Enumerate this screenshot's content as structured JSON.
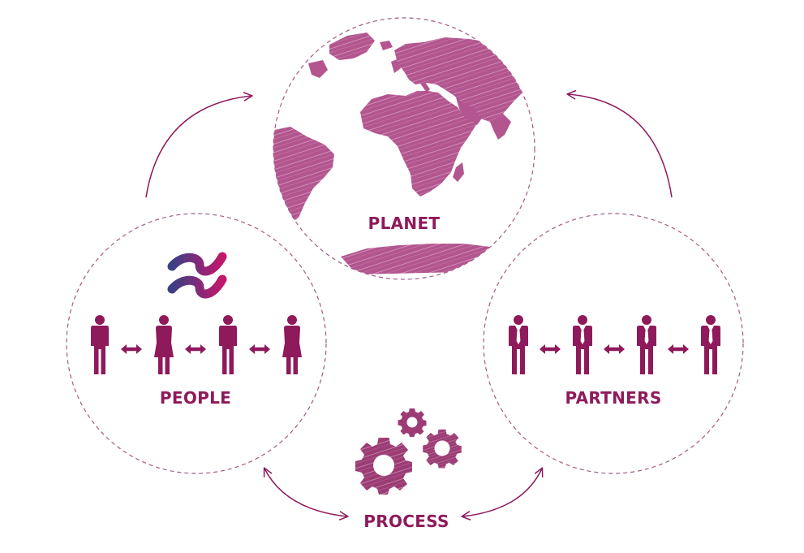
{
  "labels": {
    "planet": "PLANET",
    "people": "PEOPLE",
    "partners": "PARTNERS",
    "process": "PROCESS"
  },
  "icons": {
    "planet": "globe-icon",
    "people_logo": "approx-equal-logo-icon",
    "people": [
      "man-icon",
      "woman-icon",
      "man-icon",
      "woman-icon"
    ],
    "partners": [
      "businessman-icon",
      "businessman-icon",
      "businessman-icon",
      "businessman-icon"
    ],
    "process": "gears-icon",
    "connector": "double-arrow-icon"
  },
  "colors": {
    "primary": "#8e1a5b",
    "globe": "#b3558f",
    "gears": "#9c3b74",
    "dash": "#a35b86",
    "logo_start": "#3b3f86",
    "logo_end": "#c2186c"
  }
}
